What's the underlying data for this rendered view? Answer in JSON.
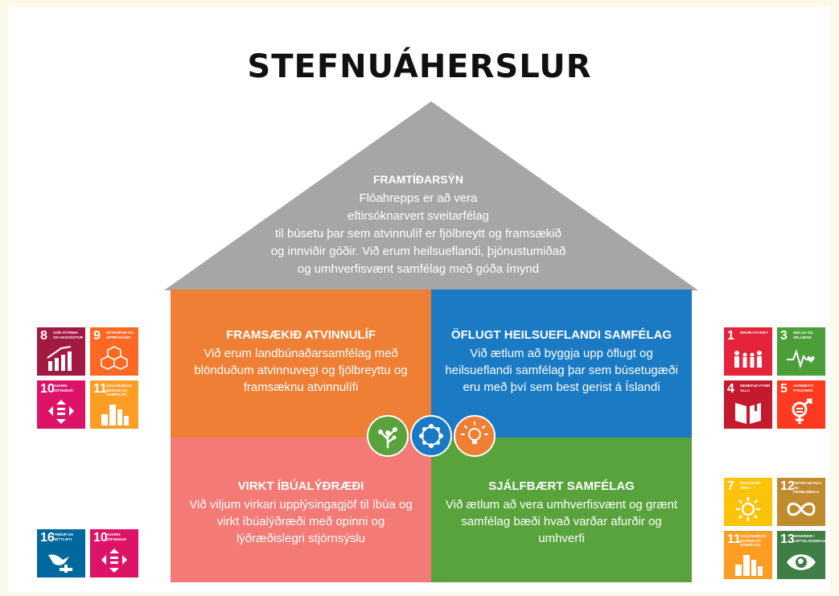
{
  "title": "STEFNUÁHERSLUR",
  "roof": {
    "heading": "FRAMTÍÐARSÝN",
    "lines": [
      "Flóahrepps er að vera",
      "eftirsóknarvert sveitarfélag",
      "til búsetu þar sem atvinnulíf er fjölbreytt og framsækið",
      "og innviðir góðir. Við erum heilsueflandi, þjónustumiðað",
      "og umhverfisvænt samfélag með góða ímynd"
    ]
  },
  "quadrants": {
    "orange": {
      "heading": "FRAMSÆKIÐ ATVINNULÍF",
      "body": "Við erum landbúnaðarsamfélag með blönduðum atvinnuvegi og fjölbreyttu og framsæknu atvinnulífi"
    },
    "blue": {
      "heading": "ÖFLUGT HEILSUEFLANDI SAMFÉLAG",
      "body": "Við ætlum að byggja upp öflugt og heilsueflandi samfélag  þar sem búsetugæði eru með því sem best gerist á Íslandi"
    },
    "pink": {
      "heading": "VIRKT ÍBÚALÝÐRÆÐI",
      "body": "Við viljum virkari upplýsingagjöf til íbúa og virkt íbúalýðræði með opinni og lýðræðislegri stjórnsýslu"
    },
    "green": {
      "heading": "SJÁLFBÆRT SAMFÉLAG",
      "body": "Við ætlum að vera umhverfisvænt og grænt samfélag bæði hvað varðar afurðir og umhverfi"
    }
  },
  "colors": {
    "roof": "#a6a6a6",
    "orange": "#ee7f35",
    "blue": "#1a7ac4",
    "pink": "#f47a75",
    "green": "#58a33c"
  },
  "sdg": {
    "g8": {
      "num": "8",
      "label": "GÓÐ ATVINNA OG HAGVÖXTUR",
      "color": "#a21942",
      "icon": "growth-chart-icon"
    },
    "g9": {
      "num": "9",
      "label": "NÝSKÖPUN OG UPPBYGGING",
      "color": "#fd6925",
      "icon": "cubes-icon"
    },
    "g10a": {
      "num": "10",
      "label": "AUKINN JÖFNUÐUR",
      "color": "#dd1367",
      "icon": "equality-arrows-icon"
    },
    "g11a": {
      "num": "11",
      "label": "SJÁLFBÆRAR BORGIR OG SAMFÉLÖG",
      "color": "#fd9d24",
      "icon": "city-icon"
    },
    "g16": {
      "num": "16",
      "label": "FRIÐUR OG RÉTTLÆTI",
      "color": "#00689d",
      "icon": "dove-icon"
    },
    "g10b": {
      "num": "10",
      "label": "AUKINN JÖFNUÐUR",
      "color": "#dd1367",
      "icon": "equality-arrows-icon"
    },
    "g1": {
      "num": "1",
      "label": "ENGIN FÁTÆKT",
      "color": "#e5243b",
      "icon": "family-icon"
    },
    "g3": {
      "num": "3",
      "label": "HEILSA OG VELLÍÐAN",
      "color": "#4c9f38",
      "icon": "heartbeat-icon"
    },
    "g4": {
      "num": "4",
      "label": "MENNTUN FYRIR ALLA",
      "color": "#c5192d",
      "icon": "book-icon"
    },
    "g5": {
      "num": "5",
      "label": "JAFNRÉTTI KYNJANNA",
      "color": "#ff3a21",
      "icon": "gender-icon"
    },
    "g7": {
      "num": "7",
      "label": "SJÁLFBÆR ORKA",
      "color": "#fcc30b",
      "icon": "sun-icon"
    },
    "g12": {
      "num": "12",
      "label": "ÁBYRG NEYSLA OG FRAMLEIÐSLA",
      "color": "#bf8b2e",
      "icon": "infinity-icon"
    },
    "g11b": {
      "num": "11",
      "label": "SJÁLFBÆRAR BORGIR OG SAMFÉLÖG",
      "color": "#fd9d24",
      "icon": "city-icon"
    },
    "g13": {
      "num": "13",
      "label": "AÐGERÐIR Í LOFTSLAGSMÁLUM",
      "color": "#3f7e44",
      "icon": "eye-globe-icon"
    }
  }
}
